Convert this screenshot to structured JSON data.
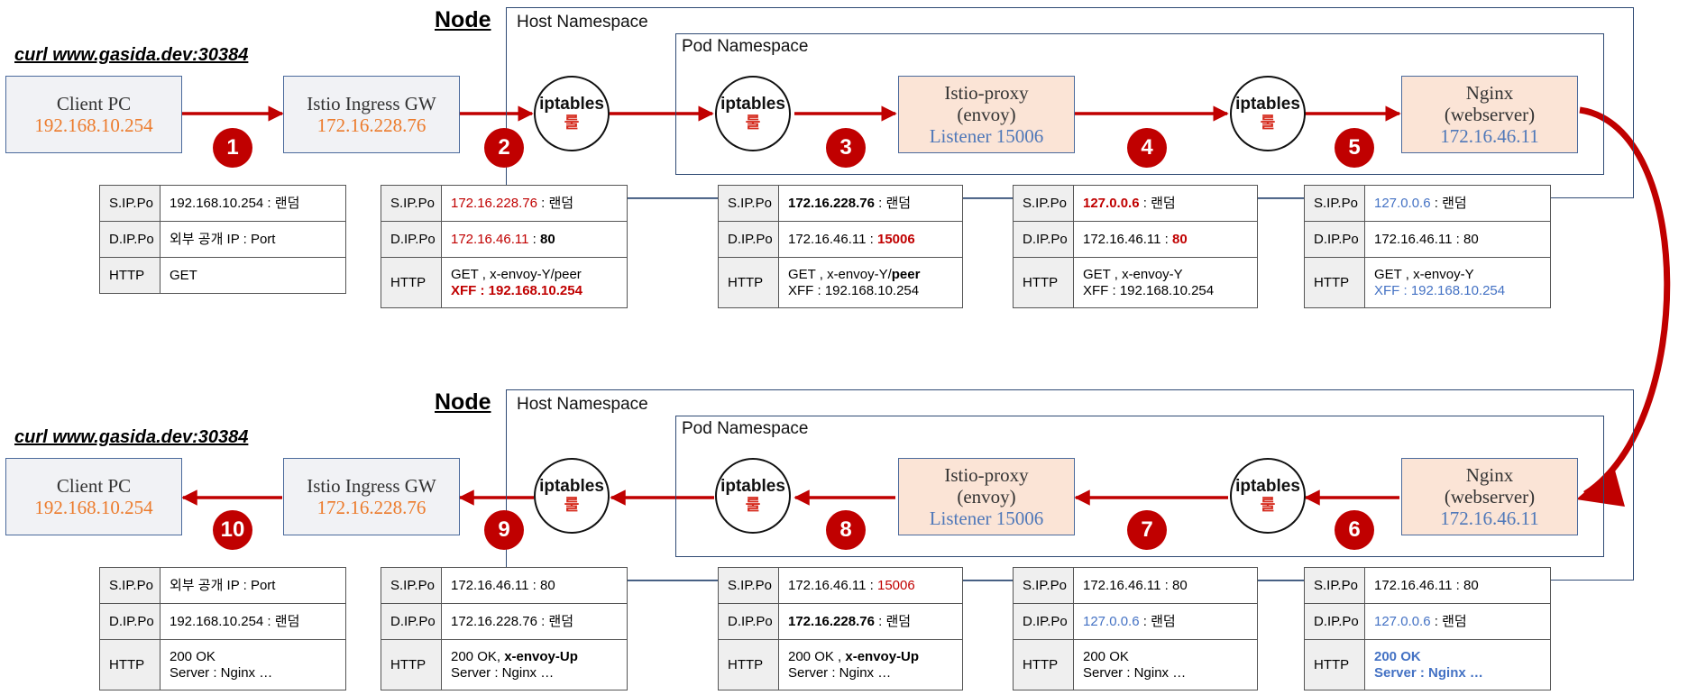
{
  "colors": {
    "arrow": "#c00000",
    "frame": "#2f4a74",
    "orange_ip": "#ec7b2c",
    "blue_ip": "#4f78b9",
    "red_text": "#c00000",
    "blue_text": "#4472c4"
  },
  "labels": {
    "node": "Node",
    "host_namespace": "Host Namespace",
    "pod_namespace": "Pod Namespace",
    "curl": "curl www.gasida.dev:30384",
    "iptables": "iptables",
    "rule": "룰"
  },
  "components": {
    "client_pc": {
      "name": "Client PC",
      "ip": "192.168.10.254"
    },
    "ingress_gw": {
      "name": "Istio Ingress GW",
      "ip": "172.16.228.76"
    },
    "istio_proxy": {
      "name1": "Istio-proxy",
      "name2": "(envoy)",
      "listener": "Listener 15006"
    },
    "nginx": {
      "name1": "Nginx",
      "name2": "(webserver)",
      "ip": "172.16.46.11"
    }
  },
  "row_headers": {
    "sip": "S.IP.Po",
    "dip": "D.IP.Po",
    "http": "HTTP"
  },
  "steps": {
    "s1": {
      "num": "1",
      "sip": "192.168.10.254 : 랜덤",
      "dip": "외부 공개 IP : Port",
      "http": "GET"
    },
    "s2": {
      "num": "2",
      "sip_ip": "172.16.228.76",
      "sip_rest": " : 랜덤",
      "dip_ip": "172.16.46.11",
      "dip_sep": " : ",
      "dip_port": "80",
      "http1": "GET , x-envoy-Y/peer",
      "http2": "XFF : 192.168.10.254"
    },
    "s3": {
      "num": "3",
      "sip_ip": "172.16.228.76",
      "sip_rest": " : 랜덤",
      "dip_ip": "172.16.46.11 : ",
      "dip_port": "15006",
      "http1a": "GET , x-envoy-Y/",
      "http1b": "peer",
      "http2": "XFF : 192.168.10.254"
    },
    "s4": {
      "num": "4",
      "sip_ip": "127.0.0.6",
      "sip_rest": " : 랜덤",
      "dip_ip": "172.16.46.11 : ",
      "dip_port": "80",
      "http1": "GET , x-envoy-Y",
      "http2": "XFF : 192.168.10.254"
    },
    "s5": {
      "num": "5",
      "sip_ip": "127.0.0.6",
      "sip_rest": " : 랜덤",
      "dip": "172.16.46.11 : 80",
      "http1": "GET , x-envoy-Y",
      "http2": "XFF : 192.168.10.254"
    },
    "s6": {
      "num": "6",
      "sip": "172.16.46.11 : 80",
      "dip_ip": "127.0.0.6",
      "dip_rest": " : 랜덤",
      "http1": "200 OK",
      "http2": "Server : Nginx …"
    },
    "s7": {
      "num": "7",
      "sip": "172.16.46.11 : 80",
      "dip_ip": "127.0.0.6",
      "dip_rest": " : 랜덤",
      "http1": "200 OK",
      "http2": "Server : Nginx …"
    },
    "s8": {
      "num": "8",
      "sip_ip": "172.16.46.11 : ",
      "sip_port": "15006",
      "dip_ip": "172.16.228.76",
      "dip_rest": " : 랜덤",
      "http1a": "200 OK , ",
      "http1b": "x-envoy-Up",
      "http2": "Server : Nginx …"
    },
    "s9": {
      "num": "9",
      "sip": "172.16.46.11 : 80",
      "dip": "172.16.228.76 : 랜덤",
      "http1a": "200 OK, ",
      "http1b": "x-envoy-Up",
      "http2": "Server : Nginx …"
    },
    "s10": {
      "num": "10",
      "sip": "외부 공개 IP : Port",
      "dip": "192.168.10.254 : 랜덤",
      "http1": "200 OK",
      "http2": "Server : Nginx …"
    }
  }
}
